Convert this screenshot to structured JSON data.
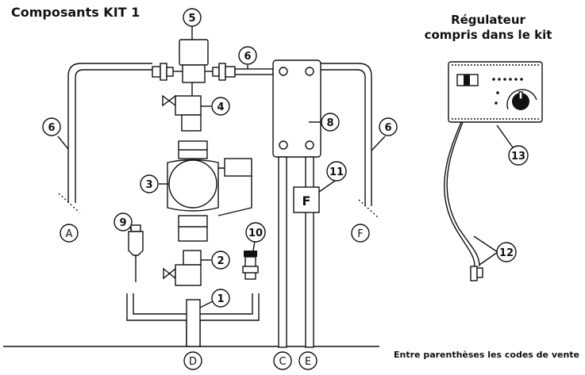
{
  "title": "Composants KIT 1",
  "regulator": {
    "line1": "Régulateur",
    "line2": "compris dans le kit"
  },
  "footnote": "Entre parenthèses les codes de vente",
  "callouts": [
    "1",
    "2",
    "3",
    "4",
    "5",
    "6",
    "8",
    "9",
    "10",
    "11",
    "12",
    "13"
  ],
  "connections": [
    "A",
    "D",
    "C",
    "E",
    "F"
  ],
  "flow_meter_label": "F"
}
